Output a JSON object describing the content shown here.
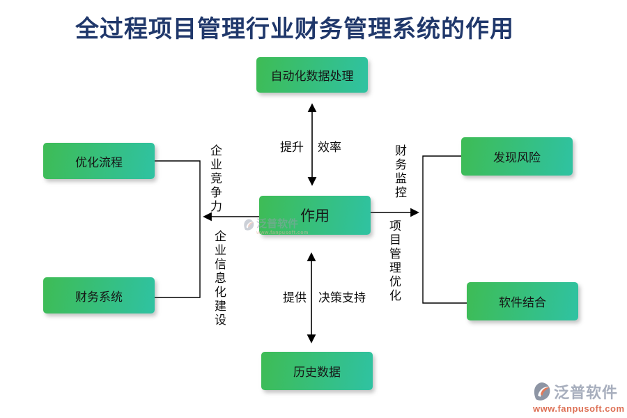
{
  "title": "全过程项目管理行业财务管理系统的作用",
  "nodes": {
    "center": {
      "label": "作用"
    },
    "top": {
      "label": "自动化数据处理"
    },
    "bottom": {
      "label": "历史数据"
    },
    "left_top": {
      "label": "优化流程"
    },
    "left_bottom": {
      "label": "财务系统"
    },
    "right_top": {
      "label": "发现风险"
    },
    "right_bottom": {
      "label": "软件结合"
    }
  },
  "edge_labels": {
    "improve": "提升",
    "efficiency": "效率",
    "provide": "提供",
    "decision_support": "决策支持",
    "enterprise_competitiveness": "企业竞争力",
    "enterprise_informatization": "企业信息化建设",
    "financial_supervision": "财务监控",
    "project_management_optimization": "项目管理优化"
  },
  "watermark": {
    "name": "泛普软件",
    "url": "www.fanpusoft.com"
  },
  "brand": {
    "name": "泛普软件",
    "url": "www.fanpusoft.com"
  },
  "colors": {
    "title": "#20386b",
    "box_gradient_start": "#3ebc55",
    "box_gradient_end": "#2fc2a2",
    "arrow": "#000000",
    "brand_name": "#a7aebd",
    "brand_url": "#dd7055"
  }
}
